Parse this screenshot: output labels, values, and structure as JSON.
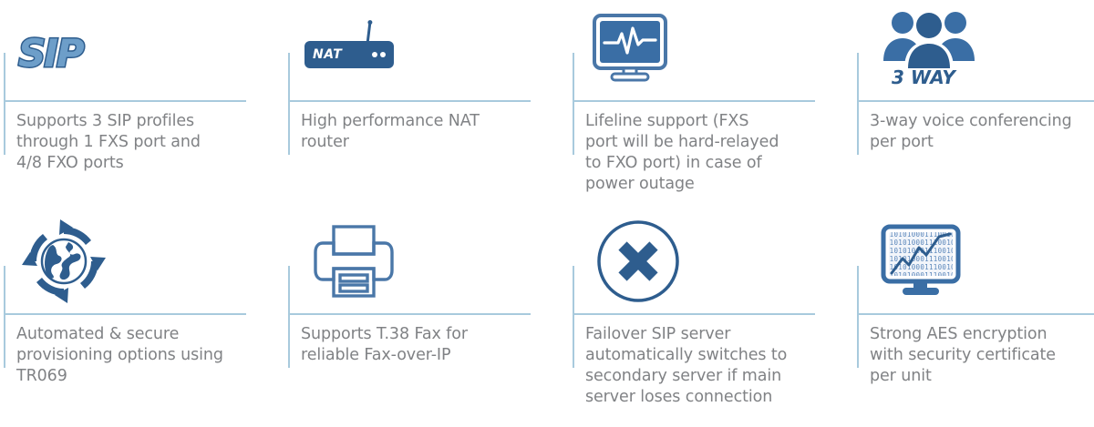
{
  "theme": {
    "rule_color": "#a8cadd",
    "icon_blue": "#2e5d8e",
    "icon_blue_mid": "#4a77a8",
    "icon_blue_light": "#6d9ec9",
    "text_gray": "#808285",
    "background": "#ffffff"
  },
  "features": [
    {
      "id": "sip-profiles",
      "icon": "sip-logo-icon",
      "icon_text": "SIP",
      "caption": "Supports 3 SIP profiles\nthrough 1 FXS port and\n4/8 FXO ports"
    },
    {
      "id": "nat-router",
      "icon": "nat-router-icon",
      "icon_text": "NAT",
      "caption": "High performance NAT\nrouter"
    },
    {
      "id": "lifeline-support",
      "icon": "monitor-pulse-icon",
      "icon_text": "",
      "caption": "Lifeline support (FXS\nport will be hard-relayed\nto FXO port) in case of\npower outage"
    },
    {
      "id": "three-way-conferencing",
      "icon": "three-people-icon",
      "icon_text": "3 WAY",
      "caption": "3-way voice conferencing\nper port"
    },
    {
      "id": "auto-provisioning",
      "icon": "globe-refresh-icon",
      "icon_text": "",
      "caption": "Automated & secure\nprovisioning options using\nTR069"
    },
    {
      "id": "t38-fax",
      "icon": "printer-fax-icon",
      "icon_text": "",
      "caption": "Supports T.38 Fax for\nreliable Fax-over-IP"
    },
    {
      "id": "failover-sip-server",
      "icon": "circle-x-icon",
      "icon_text": "",
      "caption": "Failover SIP server\nautomatically switches to\nsecondary server if main\nserver loses connection"
    },
    {
      "id": "aes-encryption",
      "icon": "monitor-binary-chart-icon",
      "icon_text": "",
      "caption": "Strong AES encryption\nwith security certificate\nper unit"
    }
  ]
}
